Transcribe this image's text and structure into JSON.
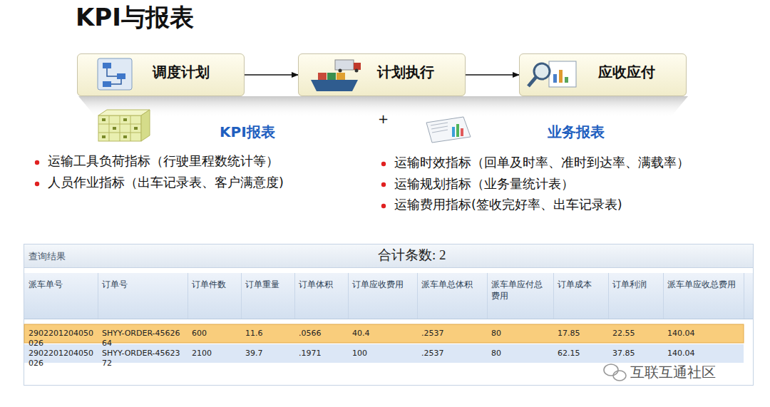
{
  "diagram": {
    "title": "KPI与报表",
    "nodes": [
      {
        "text": [
          "调度计划"
        ]
      },
      {
        "text": [
          "计划执行"
        ]
      },
      {
        "text": [
          "应收应付"
        ]
      }
    ],
    "edges": [
      {
        "from": 0,
        "to": 1,
        "arrow": "to"
      },
      {
        "from": 1,
        "to": 2,
        "arrow": "to"
      }
    ],
    "labels": [
      "KPI报表",
      "+",
      "业务报表",
      "运输工具负荷指标（行驶里程数统计等）",
      "人员作业指标（出车记录表、客户满意度)",
      "运输时效指标（回单及时率、准时到达率、满载率）",
      "运输规划指标（业务量统计表）",
      "运输费用指标(签收完好率、出车记录表)",
      "查询结果",
      "合计条数: 2",
      "派车单号",
      "订单号",
      "订单件数",
      "订单重量",
      "订单体积",
      "订单应收费用",
      "派车单总体积",
      "派车单应付总费用",
      "订单成本",
      "订单利润",
      "派车单应收总费用",
      "2902201204050026",
      "SHYY-ORDER-4562664",
      "600",
      "11.6",
      ".0566",
      "40.4",
      ".2537",
      "80",
      "17.85",
      "22.55",
      "140.04",
      "2902201204050026",
      "SHYY-ORDER-4562372",
      "2100",
      "39.7",
      ".1971",
      "100",
      ".2537",
      "80",
      "62.15",
      "37.85",
      "140.04",
      "互联互通社区"
    ]
  }
}
